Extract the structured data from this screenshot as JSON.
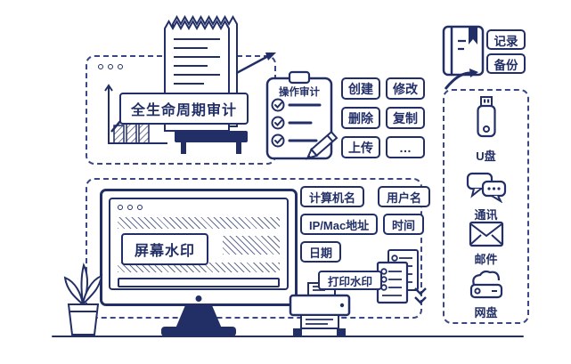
{
  "palette": {
    "ink": "#222f66",
    "dashed_border": "#3a4784",
    "background": "#ffffff"
  },
  "lifecycle_audit": {
    "title": "全生命周期审计",
    "window_icon": "window-dots-icon",
    "chart_icon": "line-chart-icon",
    "receipt_icon": "receipt-icon",
    "arrow_icon": "trend-arrow-icon"
  },
  "operation_audit": {
    "title": "操作审计",
    "board_icon": "clipboard-checklist-icon",
    "pencil_icon": "pencil-icon",
    "actions": [
      {
        "label": "创建"
      },
      {
        "label": "修改"
      },
      {
        "label": "删除"
      },
      {
        "label": "复制"
      },
      {
        "label": "上传"
      },
      {
        "label": "…"
      }
    ]
  },
  "record_backup": {
    "book_icon": "notebook-icon",
    "arrow_icon": "curved-up-arrow-icon",
    "record_label": "记录",
    "backup_label": "备份"
  },
  "channels": {
    "items": [
      {
        "icon": "usb-drive-icon",
        "label": "U盘"
      },
      {
        "icon": "chat-bubbles-icon",
        "label": "通讯"
      },
      {
        "icon": "mail-envelope-icon",
        "label": "邮件"
      },
      {
        "icon": "cloud-drive-icon",
        "label": "网盘"
      }
    ]
  },
  "screen_watermark": {
    "title": "屏幕水印",
    "device_icon": "monitor-icon",
    "fields": [
      {
        "label": "计算机名"
      },
      {
        "label": "用户名"
      },
      {
        "label": "IP/Mac地址"
      },
      {
        "label": "时间"
      },
      {
        "label": "日期"
      }
    ]
  },
  "print_watermark": {
    "title": "打印水印",
    "printer_icon": "printer-icon",
    "documents_icon": "documents-checklist-icon",
    "plant_icon": "plant-icon"
  }
}
